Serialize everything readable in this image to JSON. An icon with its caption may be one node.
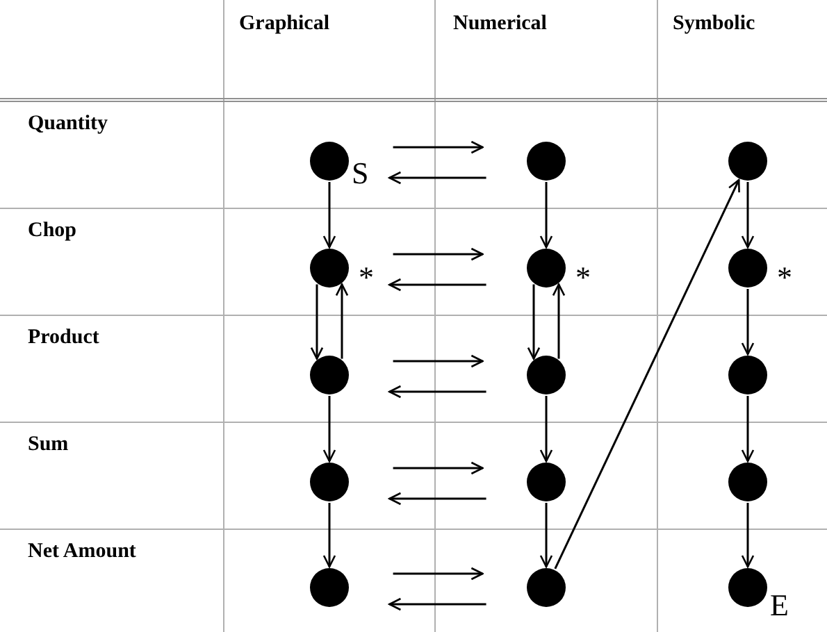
{
  "diagram": {
    "nodes": [
      {
        "text": [],
        "shape": "circle",
        "beside": [
          "S"
        ]
      },
      {
        "text": [],
        "shape": "circle"
      },
      {
        "text": [],
        "shape": "circle"
      },
      {
        "text": [],
        "shape": "circle",
        "beside": [
          "*"
        ]
      },
      {
        "text": [],
        "shape": "circle",
        "beside": [
          "*"
        ]
      },
      {
        "text": [],
        "shape": "circle",
        "beside": [
          "*"
        ]
      },
      {
        "text": [],
        "shape": "circle"
      },
      {
        "text": [],
        "shape": "circle"
      },
      {
        "text": [],
        "shape": "circle"
      },
      {
        "text": [],
        "shape": "circle"
      },
      {
        "text": [],
        "shape": "circle"
      },
      {
        "text": [],
        "shape": "circle"
      },
      {
        "text": [],
        "shape": "circle"
      },
      {
        "text": [],
        "shape": "circle"
      },
      {
        "text": [],
        "shape": "circle",
        "beside": [
          "E"
        ]
      }
    ],
    "edges": [
      {
        "from": 0,
        "to": 1,
        "arrow": "to"
      },
      {
        "from": 1,
        "to": 0,
        "arrow": "to"
      },
      {
        "from": 0,
        "to": 3,
        "arrow": "to"
      },
      {
        "from": 1,
        "to": 4,
        "arrow": "to"
      },
      {
        "from": 2,
        "to": 5,
        "arrow": "to"
      },
      {
        "from": 3,
        "to": 4,
        "arrow": "to"
      },
      {
        "from": 4,
        "to": 3,
        "arrow": "to"
      },
      {
        "from": 3,
        "to": 6,
        "arrow": "to"
      },
      {
        "from": 6,
        "to": 3,
        "arrow": "to"
      },
      {
        "from": 4,
        "to": 7,
        "arrow": "to"
      },
      {
        "from": 7,
        "to": 4,
        "arrow": "to"
      },
      {
        "from": 5,
        "to": 8,
        "arrow": "to"
      },
      {
        "from": 6,
        "to": 7,
        "arrow": "to"
      },
      {
        "from": 7,
        "to": 6,
        "arrow": "to"
      },
      {
        "from": 6,
        "to": 9,
        "arrow": "to"
      },
      {
        "from": 7,
        "to": 10,
        "arrow": "to"
      },
      {
        "from": 8,
        "to": 11,
        "arrow": "to"
      },
      {
        "from": 9,
        "to": 10,
        "arrow": "to"
      },
      {
        "from": 10,
        "to": 9,
        "arrow": "to"
      },
      {
        "from": 9,
        "to": 12,
        "arrow": "to"
      },
      {
        "from": 10,
        "to": 13,
        "arrow": "to"
      },
      {
        "from": 11,
        "to": 14,
        "arrow": "to"
      },
      {
        "from": 12,
        "to": 13,
        "arrow": "to"
      },
      {
        "from": 13,
        "to": 12,
        "arrow": "to"
      },
      {
        "from": 13,
        "to": 2,
        "arrow": "to"
      }
    ],
    "labels": [
      "Graphical",
      "Numerical",
      "Symbolic",
      "Quantity",
      "Chop",
      "Product",
      "Sum",
      "Net Amount"
    ]
  }
}
